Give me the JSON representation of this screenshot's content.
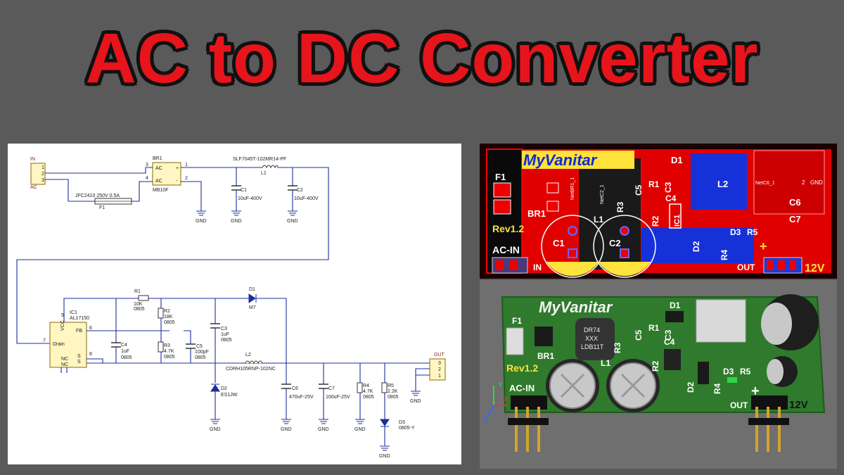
{
  "title": "AC to DC Converter",
  "schematic": {
    "in_label": "IN",
    "ac_label": "AC",
    "out_label": "OUT",
    "gnd": "GND",
    "pins": {
      "p1": "1",
      "p2": "2",
      "p3": "3",
      "p4": "4",
      "p5": "5",
      "p6": "6",
      "p7": "7",
      "p8": "8"
    },
    "br1_ref": "BR1",
    "br1_value": "MB10F",
    "br_ac": "AC",
    "br_plus": "+",
    "br_minus": "-",
    "f1_ref": "F1",
    "f1_value": "JFC2410 250V 0.5A",
    "l1_ref": "L1",
    "l1_value": "SLF7045T-102MR14-PF",
    "c1_ref": "C1",
    "c1_value": "10uF-400V",
    "c2_ref": "C2",
    "c2_value": "10uF-400V",
    "ic1_ref": "IC1",
    "ic1_value": "AL17150",
    "ic_pins": {
      "vcc": "VCC",
      "fb": "FB",
      "drain": "Drain",
      "nc1": "NC",
      "nc2": "NC",
      "s1": "S",
      "s2": "S"
    },
    "r1_ref": "R1",
    "r1_value": "10K",
    "r1_pkg": "0805",
    "r2_ref": "R2",
    "r2_value": "18K",
    "r2_pkg": "0805",
    "r3_ref": "R3",
    "r3_value": "4.7K",
    "r3_pkg": "0805",
    "c4_ref": "C4",
    "c4_value": "1uF",
    "c4_pkg": "0805",
    "c5_ref": "C5",
    "c5_value": "100pF",
    "c5_pkg": "0805",
    "c3_ref": "C3",
    "c3_value": "1uF",
    "c3_pkg": "0805",
    "d1_ref": "D1",
    "d1_value": "M7",
    "d2_ref": "D2",
    "d2_value": "ES1JW",
    "l2_ref": "L2",
    "l2_value": "CDRH105RNP-102NC",
    "c6_ref": "C6",
    "c6_value": "470uF-25V",
    "c7_ref": "C7",
    "c7_value": "100uF-25V",
    "r4_ref": "R4",
    "r4_value": "4.7K",
    "r4_pkg": "0805",
    "r5_ref": "R5",
    "r5_value": "2.2K",
    "r5_pkg": "0805",
    "d3_ref": "D3",
    "d3_value": "0805-Y"
  },
  "pcb_layout": {
    "brand": "MyVanitar",
    "rev": "Rev1.2",
    "ac_in": "AC-IN",
    "in": "IN",
    "out": "OUT",
    "v12": "12V",
    "plus": "+",
    "refs": [
      "F1",
      "BR1",
      "C1",
      "C2",
      "L1",
      "R3",
      "C5",
      "R1",
      "C3",
      "C4",
      "D1",
      "L2",
      "IC1",
      "R2",
      "D2",
      "R4",
      "D3",
      "R5",
      "C6",
      "C7"
    ],
    "net_labels": [
      "NetBR1_1",
      "NetC2_1",
      "NetC6_1",
      "2",
      "GND"
    ]
  },
  "pcb_3d": {
    "brand": "MyVanitar",
    "rev": "Rev1.2",
    "ac_in": "AC-IN",
    "out": "OUT",
    "v12": "12V",
    "plus": "+",
    "inductor_text": [
      "DR74",
      "XXX",
      "LDB11T"
    ],
    "refs": [
      "F1",
      "BR1",
      "L1",
      "R3",
      "C5",
      "R1",
      "C3",
      "C4",
      "D1",
      "R2",
      "D2",
      "R4",
      "D3",
      "R5"
    ],
    "axes": [
      "Y",
      "X",
      "Z"
    ]
  }
}
